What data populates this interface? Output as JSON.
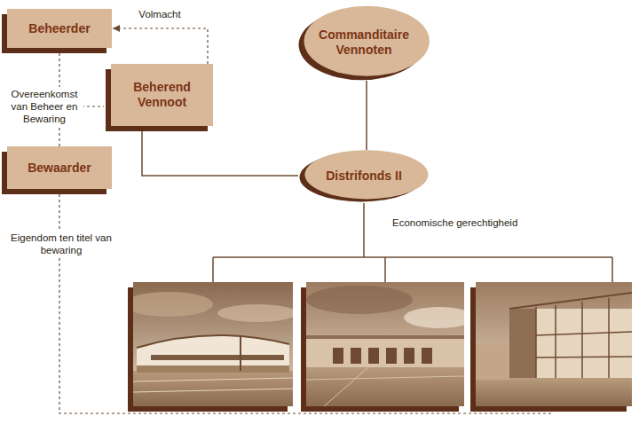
{
  "diagram": {
    "nodes": [
      {
        "text": [
          "Beheerder"
        ]
      },
      {
        "text": [
          "Commanditaire Vennoten"
        ]
      },
      {
        "text": [
          "Beherend Vennoot"
        ]
      },
      {
        "text": [
          "Distrifonds II"
        ]
      },
      {
        "text": [
          "Bewaarder"
        ]
      }
    ],
    "edges": [
      {
        "from": 2,
        "to": 0,
        "arrow": "to",
        "label": "Volmacht"
      },
      {
        "from": 1,
        "to": 3,
        "arrow": "none"
      },
      {
        "from": 2,
        "to": 3,
        "arrow": "none"
      },
      {
        "from": 0,
        "to": 4,
        "arrow": "none",
        "label": "Overeenkomst van Beheer en Bewaring"
      }
    ],
    "labels": [
      "Economische gerechtigheid",
      "Eigendom ten titel van bewaring"
    ]
  }
}
